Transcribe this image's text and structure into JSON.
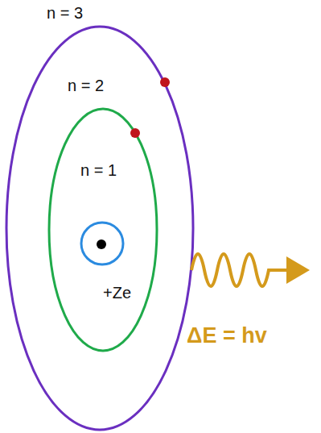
{
  "diagram": {
    "labels": [
      "n = 3",
      "n = 2",
      "n = 1",
      "+Ze",
      "ΔE = hv"
    ]
  }
}
